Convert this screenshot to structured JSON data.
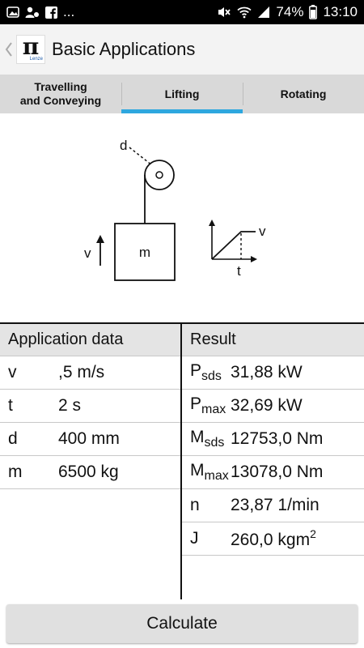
{
  "status_bar": {
    "left_text": "...",
    "battery_percent": "74%",
    "time": "13:10"
  },
  "app": {
    "title": "Basic Applications",
    "logo_brand": "Lenze"
  },
  "tabs": [
    {
      "label_line1": "Travelling",
      "label_line2": "and Conveying",
      "active": false
    },
    {
      "label_line1": "Lifting",
      "label_line2": "",
      "active": true
    },
    {
      "label_line1": "Rotating",
      "label_line2": "",
      "active": false
    }
  ],
  "diagram": {
    "pulley_label": "d",
    "mass_label": "m",
    "velocity_label": "v",
    "graph_y_label": "v",
    "graph_x_label": "t"
  },
  "application_data": {
    "header": "Application data",
    "rows": [
      {
        "symbol": "v",
        "value": ",5 m/s"
      },
      {
        "symbol": "t",
        "value": "2 s"
      },
      {
        "symbol": "d",
        "value": "400 mm"
      },
      {
        "symbol": "m",
        "value": "6500 kg"
      }
    ]
  },
  "result": {
    "header": "Result",
    "rows": [
      {
        "symbol": "P",
        "sub": "sds",
        "value": "31,88 kW"
      },
      {
        "symbol": "P",
        "sub": "max",
        "value": "32,69 kW"
      },
      {
        "symbol": "M",
        "sub": "sds",
        "value": "12753,0 Nm"
      },
      {
        "symbol": "M",
        "sub": "max",
        "value": "13078,0 Nm"
      },
      {
        "symbol": "n",
        "sub": "",
        "value": "23,87 1/min"
      },
      {
        "symbol": "J",
        "sub": "",
        "value": "260,0 kgm",
        "sup": "2"
      }
    ]
  },
  "calculate_button": {
    "label": "Calculate"
  }
}
